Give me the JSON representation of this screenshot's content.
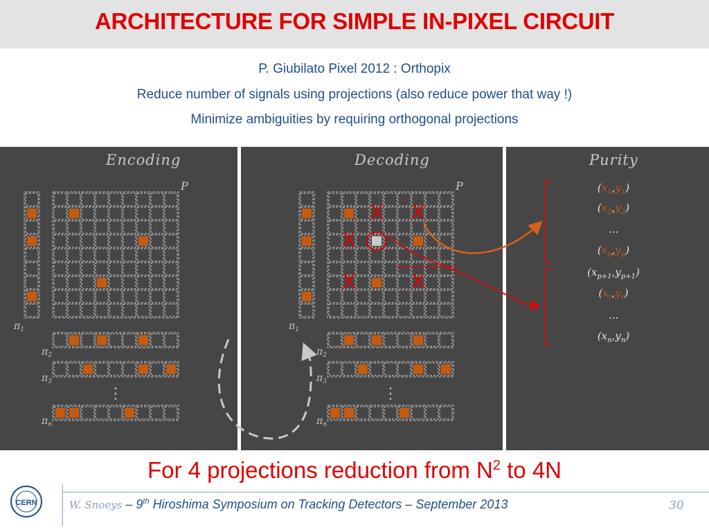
{
  "title": "ARCHITECTURE FOR SIMPLE IN-PIXEL CIRCUIT",
  "subtitles": [
    "P. Giubilato Pixel 2012 : Orthopix",
    "Reduce number of signals using projections (also reduce power that way !)",
    "Minimize ambiguities by requiring orthogonal projections"
  ],
  "panels": {
    "encoding": {
      "header": "Encoding",
      "matrix_label": "P",
      "pi_labels": [
        "π1",
        "π2",
        "π3",
        "πn"
      ]
    },
    "decoding": {
      "header": "Decoding",
      "matrix_label": "P",
      "pi_labels": [
        "π1",
        "π2",
        "π3",
        "πn"
      ]
    },
    "purity": {
      "header": "Purity",
      "lines": [
        "(x1,y1)",
        "(x2,y2)",
        "…",
        "(xp,yp)",
        "(xp+1,yp+1)",
        "(xr,yr)",
        "…",
        "(xn,yn)"
      ]
    }
  },
  "ghost_mark": "X",
  "vertical_dots": "⋮",
  "bottom_text": {
    "before": "For 4 projections reduction from N",
    "sup": "2",
    "after": " to 4N"
  },
  "footer": {
    "author": "W. Snoeys",
    "dash1": " – 9",
    "sup": "th",
    "rest": " Hiroshima Symposium on Tracking Detectors – September 2013"
  },
  "page_number": "30",
  "logo_text": "CERN",
  "colors": {
    "title_red": "#e00000",
    "subtitle_blue": "#1f4e8c",
    "hit_orange": "#c55a11",
    "ghost_red": "#e00000",
    "panel_gray": "#464646",
    "arrow_orange": "#d9601a",
    "bracket_red": "#cc1010"
  }
}
